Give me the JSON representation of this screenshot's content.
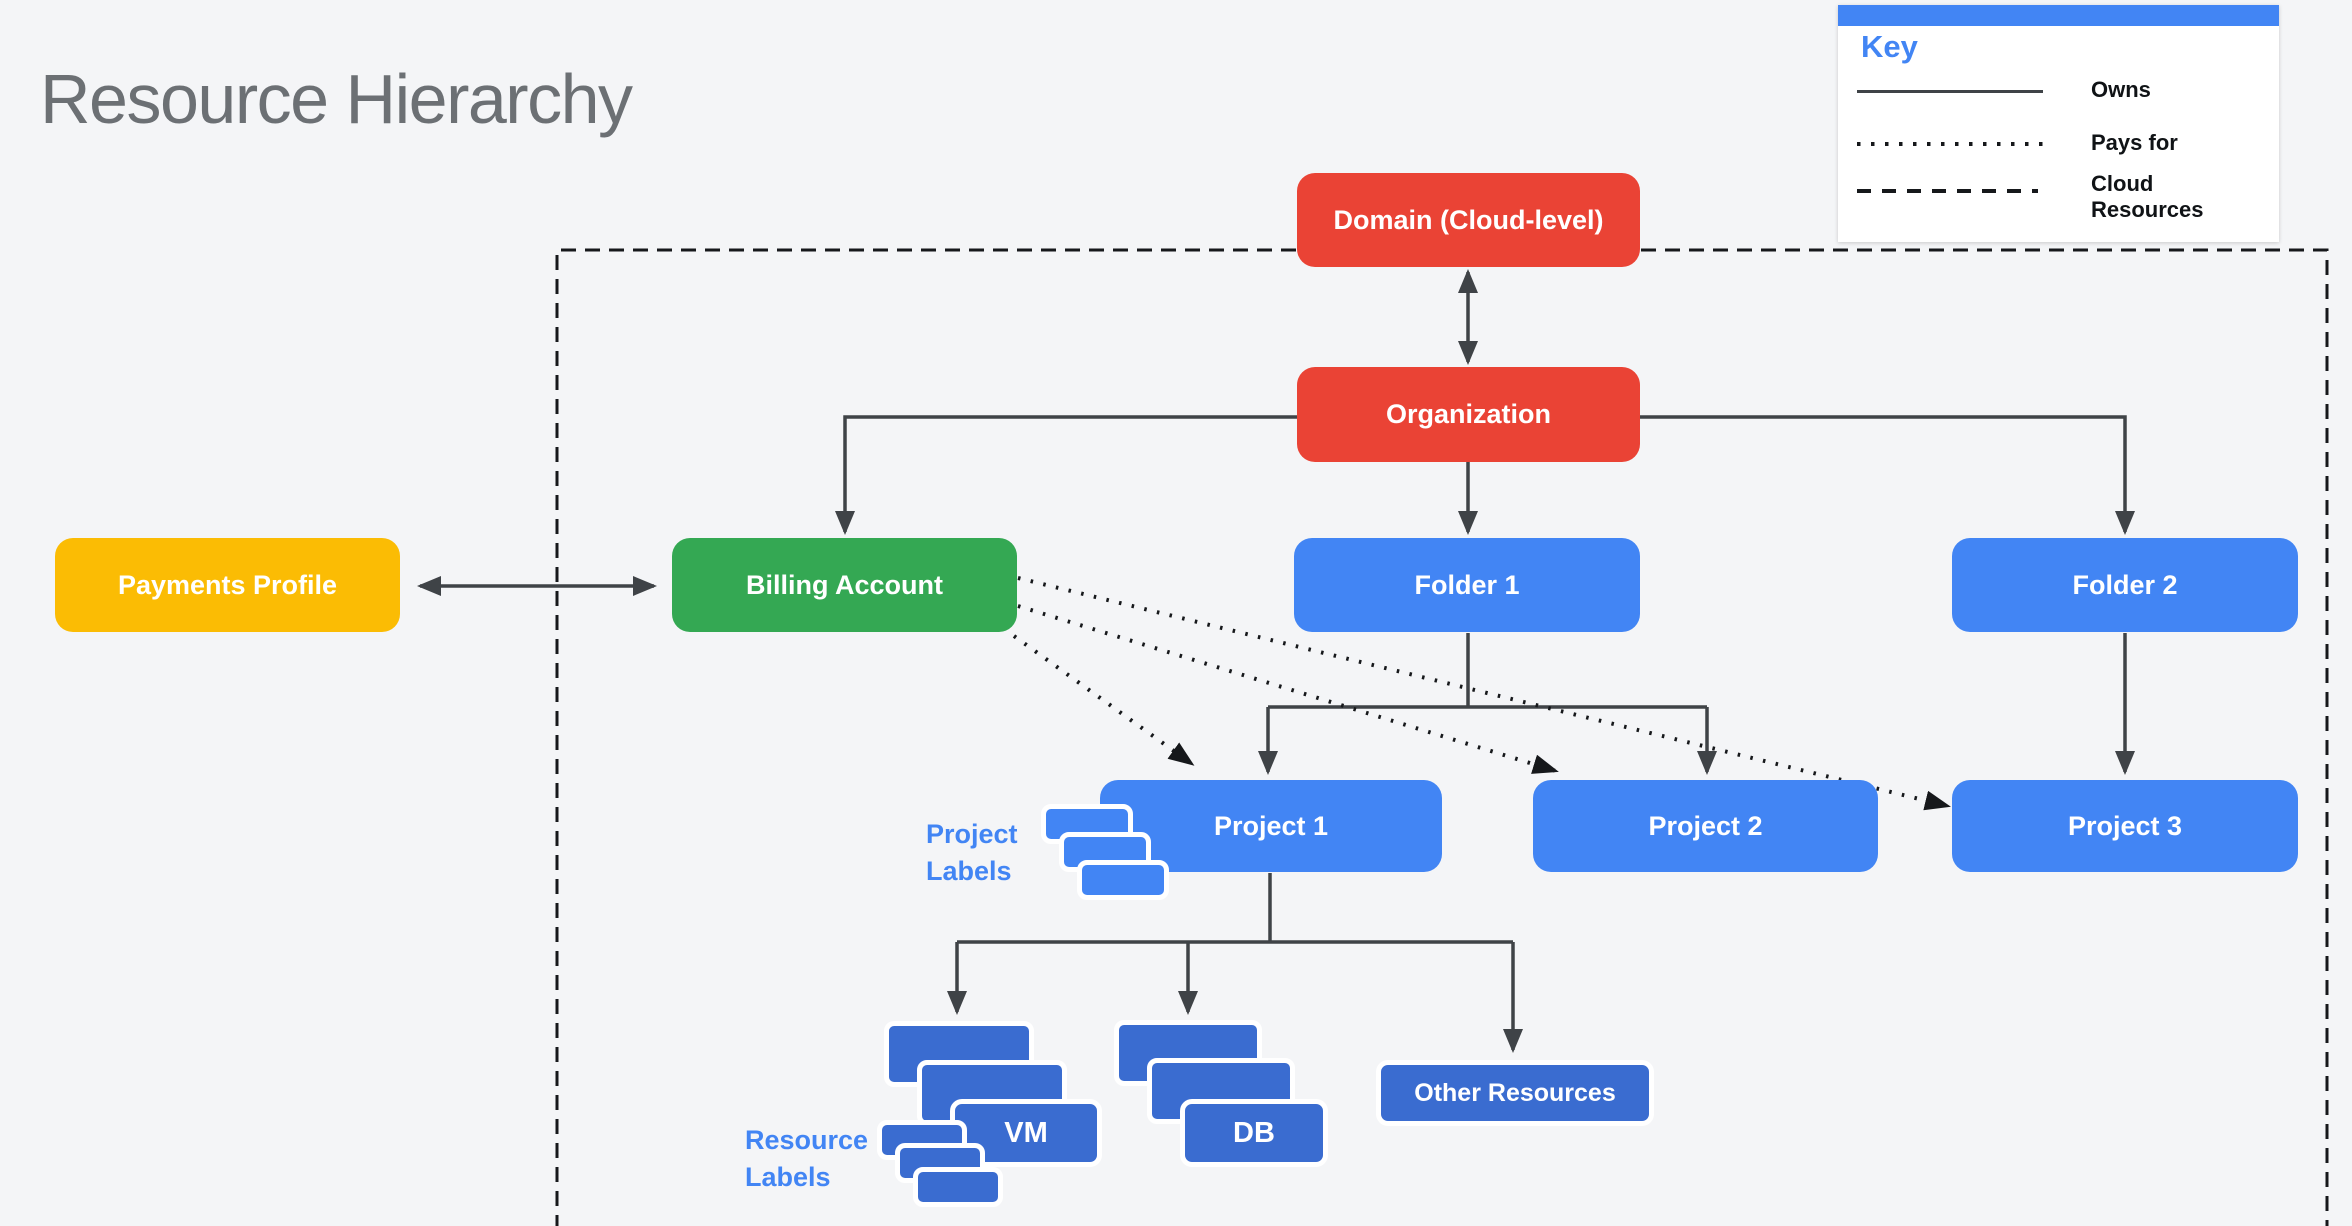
{
  "title": "Resource Hierarchy",
  "key": {
    "heading": "Key",
    "items": [
      {
        "style": "solid",
        "label": "Owns"
      },
      {
        "style": "dotted",
        "label": "Pays for"
      },
      {
        "style": "dashed",
        "label": "Cloud Resources"
      }
    ]
  },
  "nodes": {
    "domain": {
      "label": "Domain (Cloud-level)",
      "color_role": "red"
    },
    "organization": {
      "label": "Organization",
      "color_role": "red"
    },
    "payments_profile": {
      "label": "Payments Profile",
      "color_role": "yellow"
    },
    "billing_account": {
      "label": "Billing Account",
      "color_role": "green"
    },
    "folder1": {
      "label": "Folder 1",
      "color_role": "blue"
    },
    "folder2": {
      "label": "Folder 2",
      "color_role": "blue"
    },
    "project1": {
      "label": "Project 1",
      "color_role": "blue"
    },
    "project2": {
      "label": "Project 2",
      "color_role": "blue"
    },
    "project3": {
      "label": "Project 3",
      "color_role": "blue"
    },
    "vm": {
      "label": "VM",
      "color_role": "dark_blue"
    },
    "db": {
      "label": "DB",
      "color_role": "dark_blue"
    },
    "other_resources": {
      "label": "Other Resources",
      "color_role": "dark_blue"
    }
  },
  "annotations": {
    "project_labels": {
      "line1": "Project",
      "line2": "Labels"
    },
    "resource_labels": {
      "line1": "Resource",
      "line2": "Labels"
    }
  },
  "edges": [
    {
      "from": "Domain (Cloud-level)",
      "to": "Organization",
      "relation": "owns",
      "arrows": "both"
    },
    {
      "from": "Payments Profile",
      "to": "Billing Account",
      "relation": "owns",
      "arrows": "both"
    },
    {
      "from": "Organization",
      "to": "Billing Account",
      "relation": "owns"
    },
    {
      "from": "Organization",
      "to": "Folder 1",
      "relation": "owns"
    },
    {
      "from": "Organization",
      "to": "Folder 2",
      "relation": "owns"
    },
    {
      "from": "Folder 1",
      "to": "Project 1",
      "relation": "owns"
    },
    {
      "from": "Folder 1",
      "to": "Project 2",
      "relation": "owns"
    },
    {
      "from": "Folder 2",
      "to": "Project 3",
      "relation": "owns"
    },
    {
      "from": "Project 1",
      "to": "VM",
      "relation": "owns"
    },
    {
      "from": "Project 1",
      "to": "DB",
      "relation": "owns"
    },
    {
      "from": "Project 1",
      "to": "Other Resources",
      "relation": "owns"
    },
    {
      "from": "Billing Account",
      "to": "Project 1",
      "relation": "pays_for"
    },
    {
      "from": "Billing Account",
      "to": "Project 2",
      "relation": "pays_for"
    },
    {
      "from": "Billing Account",
      "to": "Project 3",
      "relation": "pays_for"
    }
  ],
  "colors": {
    "red": "#EA4335",
    "green": "#34A853",
    "yellow": "#FBBC04",
    "blue": "#4285F4",
    "dark_blue": "#3A6CD0",
    "connector": "#3F4347",
    "line_black": "#16181B",
    "title_gray": "#6C7074",
    "background": "#F4F5F7",
    "key_accent": "#4285F4"
  }
}
